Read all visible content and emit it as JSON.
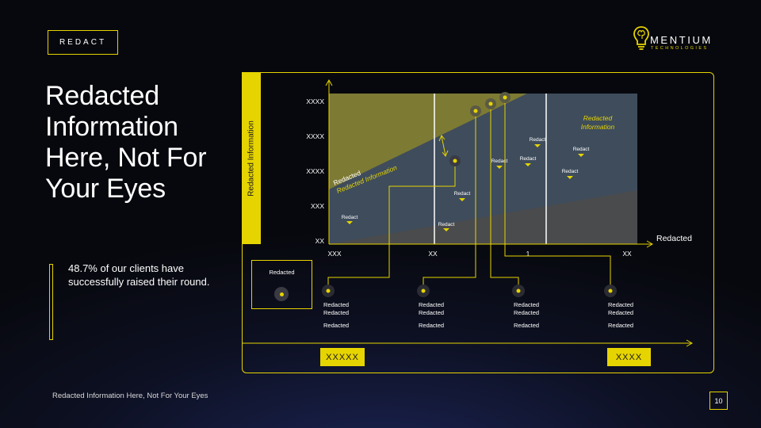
{
  "slide": {
    "tag": "REDACT",
    "title": "Redacted Information Here, Not For Your Eyes",
    "stat": "48.7% of our clients have successfully raised their round.",
    "footer": "Redacted Information Here, Not For Your Eyes",
    "page_number": "10"
  },
  "logo": {
    "name": "MENTIUM",
    "tagline": "TECHNOLOGIES",
    "icon": "lightbulb-brain-icon"
  },
  "colors": {
    "accent": "#e6d400",
    "background": "#0d1022",
    "plot_blue": "#3e4c5c",
    "plot_dark": "#4a4b4d",
    "band_olive": "#7d7a34"
  },
  "chart": {
    "y_axis_title": "Redacted Information",
    "x_axis_title": "Redacted",
    "y_ticks": [
      "XXXX",
      "XXXX",
      "XXXX",
      "XXX",
      "XX"
    ],
    "x_ticks": [
      "XXX",
      "XX",
      "1",
      "XX"
    ],
    "band_label_1": "Redacted",
    "band_label_2": "Redacted Information",
    "region_label": [
      "Redacted",
      "Information"
    ],
    "markers": [
      "Redact",
      "Redact",
      "Redact",
      "Redact",
      "Redact",
      "Redact",
      "Redact",
      "Redact"
    ]
  },
  "insight_box": {
    "label": "Redacted"
  },
  "pins": [
    {
      "line1": "Redacted",
      "line2": "Redacted",
      "line3": "Redacted"
    },
    {
      "line1": "Redacted",
      "line2": "Redacted",
      "line3": "Redacted"
    },
    {
      "line1": "Redacted",
      "line2": "Redacted",
      "line3": "Redacted"
    },
    {
      "line1": "Redacted",
      "line2": "Redacted",
      "line3": "Redacted"
    }
  ],
  "timeline": {
    "start_label": "XXXXX",
    "end_label": "XXXX"
  }
}
